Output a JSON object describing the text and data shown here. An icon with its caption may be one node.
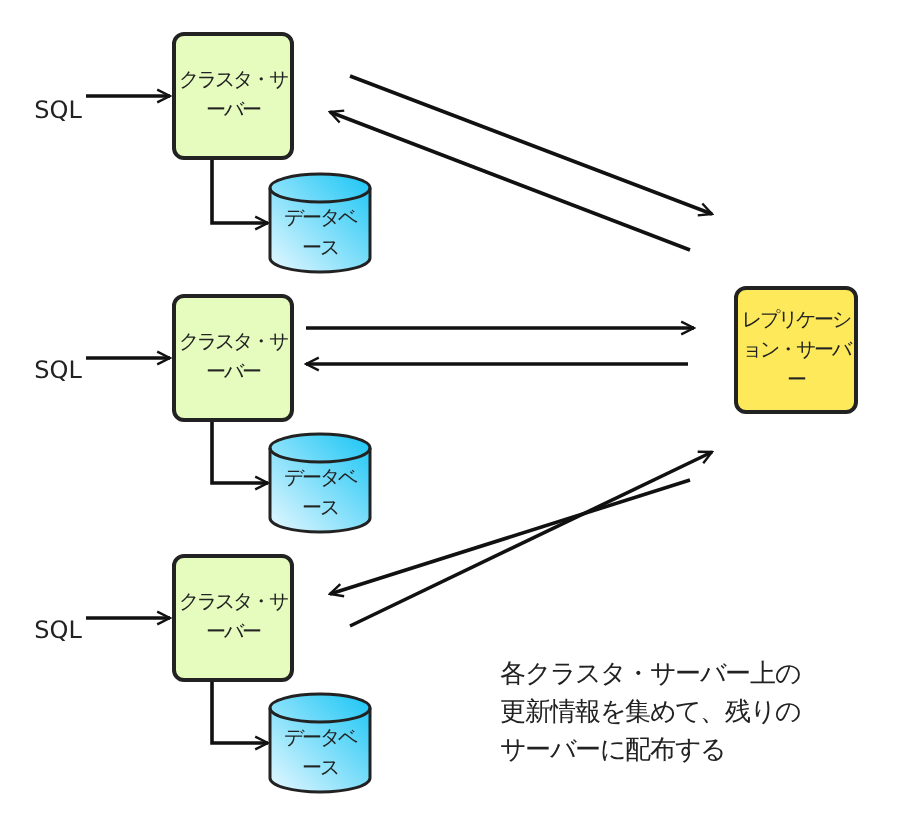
{
  "diagram": {
    "nodes": [
      {
        "text": [
          "SQL"
        ]
      },
      {
        "text": [
          "クラスタ・サーバー"
        ]
      },
      {
        "text": [
          "データベース"
        ]
      },
      {
        "text": [
          "SQL"
        ]
      },
      {
        "text": [
          "クラスタ・サーバー"
        ]
      },
      {
        "text": [
          "データベース"
        ]
      },
      {
        "text": [
          "SQL"
        ]
      },
      {
        "text": [
          "クラスタ・サーバー"
        ]
      },
      {
        "text": [
          "データベース"
        ]
      },
      {
        "text": [
          "レプリケーション・サーバー"
        ]
      }
    ],
    "edges": [
      {
        "from": 0,
        "to": 1,
        "arrow": "to"
      },
      {
        "from": 1,
        "to": 2,
        "arrow": "to"
      },
      {
        "from": 1,
        "to": 9,
        "arrow": "to"
      },
      {
        "from": 9,
        "to": 1,
        "arrow": "to"
      },
      {
        "from": 3,
        "to": 4,
        "arrow": "to"
      },
      {
        "from": 4,
        "to": 5,
        "arrow": "to"
      },
      {
        "from": 4,
        "to": 9,
        "arrow": "to"
      },
      {
        "from": 9,
        "to": 4,
        "arrow": "to"
      },
      {
        "from": 6,
        "to": 7,
        "arrow": "to"
      },
      {
        "from": 7,
        "to": 8,
        "arrow": "to"
      },
      {
        "from": 7,
        "to": 9,
        "arrow": "to"
      },
      {
        "from": 9,
        "to": 7,
        "arrow": "to"
      }
    ],
    "labels": [
      "各クラスタ・サーバー上の更新情報を集めて、残りのサーバーに配布する"
    ]
  }
}
